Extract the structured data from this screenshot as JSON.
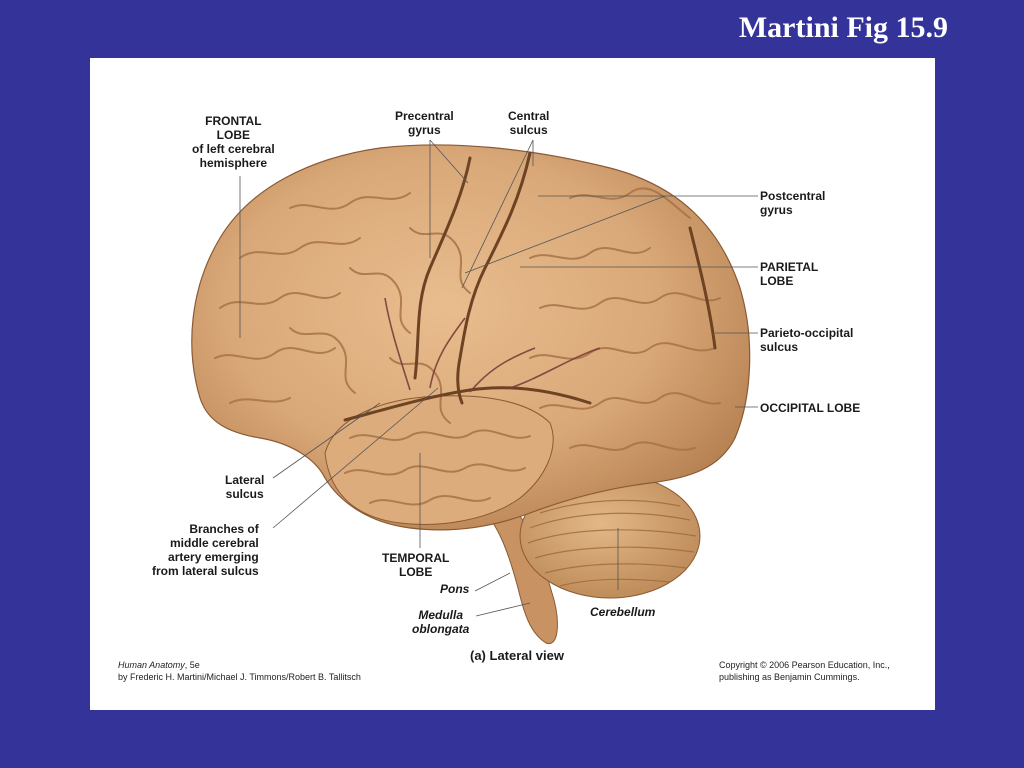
{
  "slide": {
    "title": "Martini Fig 15.9",
    "background_color": "#333399",
    "figure_background": "#ffffff"
  },
  "figure": {
    "image_description_icon": "brain-lateral-photo",
    "tissue_color": "#d9a878",
    "labels": {
      "frontal_lobe": "FRONTAL\nLOBE\nof left cerebral\nhemisphere",
      "precentral_gyrus": "Precentral\ngyrus",
      "central_sulcus": "Central\nsulcus",
      "postcentral_gyrus": "Postcentral\ngyrus",
      "parietal_lobe": "PARIETAL\nLOBE",
      "parieto_occipital_sulcus": "Parieto-occipital\nsulcus",
      "occipital_lobe": "OCCIPITAL LOBE",
      "lateral_sulcus": "Lateral\nsulcus",
      "branches_mca": "Branches of\nmiddle cerebral\nartery emerging\nfrom lateral sulcus",
      "temporal_lobe": "TEMPORAL\nLOBE",
      "pons": "Pons",
      "medulla_oblongata": "Medulla\noblongata",
      "cerebellum": "Cerebellum"
    },
    "view_label": "(a) Lateral view",
    "credits": {
      "book_title": "Human Anatomy",
      "edition": ", 5e",
      "authors": "by Frederic H. Martini/Michael J. Timmons/Robert B. Tallitsch",
      "copyright_line1": "Copyright © 2006 Pearson Education, Inc.,",
      "copyright_line2": "publishing as Benjamin Cummings."
    }
  }
}
